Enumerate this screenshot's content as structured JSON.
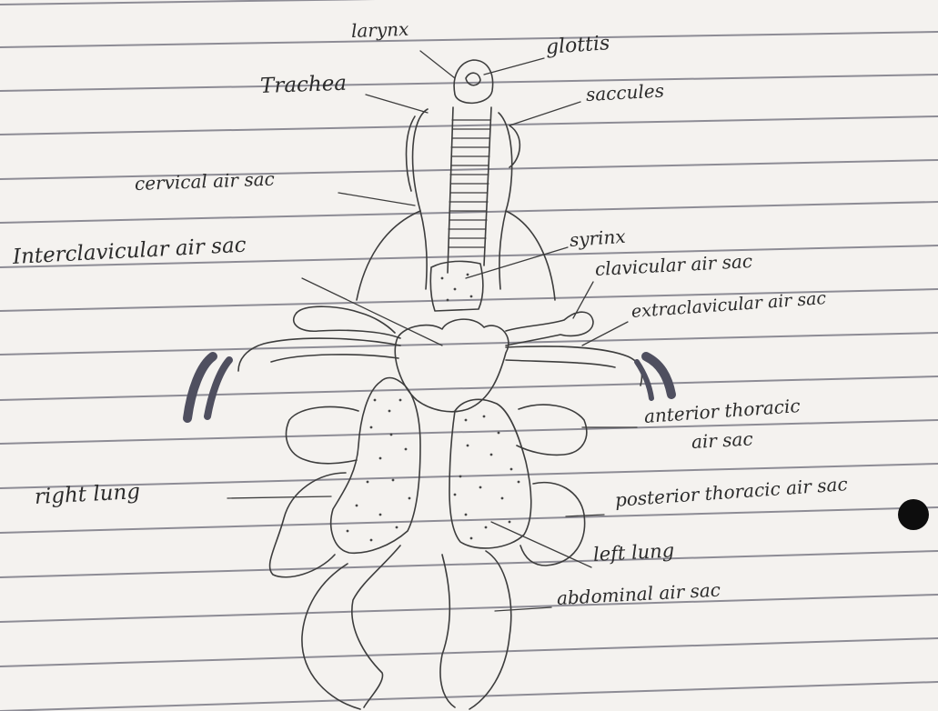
{
  "labels": {
    "larynx": "larynx",
    "glottis": "glottis",
    "trachea": "Trachea",
    "saccules": "saccules",
    "cervical": "cervical air sac",
    "syrinx": "syrinx",
    "interclavicular": "Interclavicular air sac",
    "clavicular": "clavicular air sac",
    "extraclavicular": "extraclavicular air sac",
    "anterior_thoracic_1": "anterior thoracic",
    "anterior_thoracic_2": "air sac",
    "right_lung": "right lung",
    "posterior_thoracic": "posterior thoracic air sac",
    "left_lung": "left lung",
    "abdominal": "abdominal air sac"
  },
  "colors": {
    "paper": "#f4f2ef",
    "ruling": "#8f8e96",
    "ink": "#3a3a3a",
    "shade": "#4f4f5f"
  }
}
